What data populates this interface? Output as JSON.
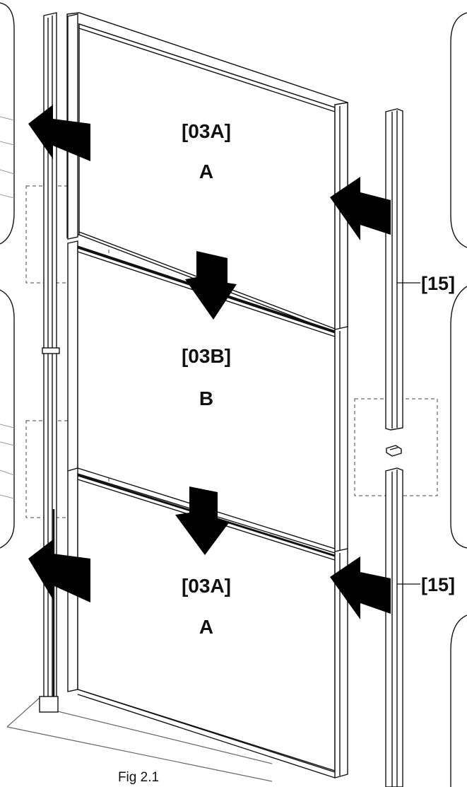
{
  "figure": {
    "caption": "Fig 2.1",
    "panels": [
      {
        "part_code": "[03A]",
        "letter": "A"
      },
      {
        "part_code": "[03B]",
        "letter": "B"
      },
      {
        "part_code": "[03A]",
        "letter": "A"
      }
    ],
    "callouts": [
      {
        "label": "[15]"
      },
      {
        "label": "[15]"
      }
    ]
  },
  "colors": {
    "line": "#111111",
    "arrow": "#000000",
    "dash": "#444444"
  }
}
